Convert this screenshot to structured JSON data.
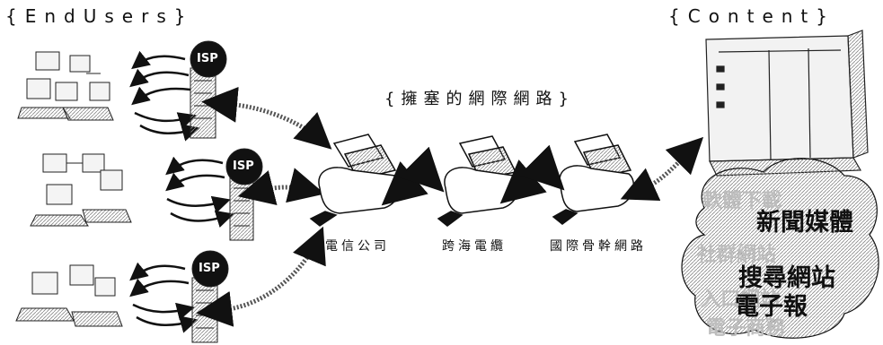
{
  "titles": {
    "end_users": "{EndUsers}",
    "content": "{Content}",
    "congested_internet": "{擁塞的網際網路}"
  },
  "isp_badges": [
    "ISP",
    "ISP",
    "ISP"
  ],
  "nodes": {
    "telecom": "電信公司",
    "submarine_cable": "跨海電纜",
    "backbone": "國際骨幹網路"
  },
  "content_cloud": {
    "primary": [
      "新聞媒體",
      "搜尋網站",
      "電子報"
    ],
    "background": [
      "軟體下載",
      "社群網站",
      "入口網站",
      "電子商務"
    ]
  }
}
